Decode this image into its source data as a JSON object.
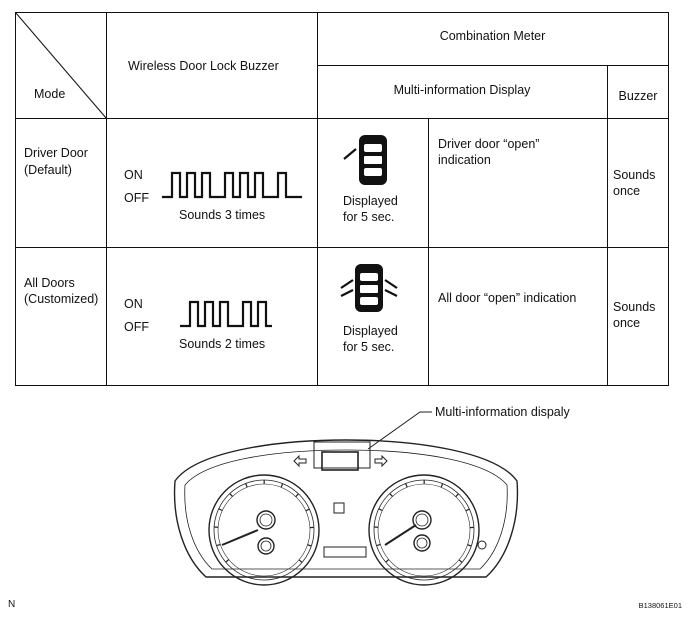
{
  "table": {
    "header": {
      "mode": "Mode",
      "wireless_buzzer": "Wireless Door Lock Buzzer",
      "combination_meter": "Combination Meter",
      "multi_info_display": "Multi-information Display",
      "buzzer": "Buzzer"
    },
    "rows": [
      {
        "mode_line1": "Driver Door",
        "mode_line2": "(Default)",
        "on_label": "ON",
        "off_label": "OFF",
        "sound_desc": "Sounds 3 times",
        "pulse_count": 3,
        "displayed_line1": "Displayed",
        "displayed_line2": "for 5 sec.",
        "indication_line1": "Driver door “open”",
        "indication_line2": "indication",
        "buzzer_line1": "Sounds",
        "buzzer_line2": "once"
      },
      {
        "mode_line1": "All Doors",
        "mode_line2": "(Customized)",
        "on_label": "ON",
        "off_label": "OFF",
        "sound_desc": "Sounds 2 times",
        "pulse_count": 2,
        "displayed_line1": "Displayed",
        "displayed_line2": "for 5 sec.",
        "indication_line1": "All door “open” indication",
        "indication_line2": "",
        "buzzer_line1": "Sounds",
        "buzzer_line2": "once"
      }
    ]
  },
  "figure": {
    "callout_label": "Multi-information dispaly"
  },
  "footer": {
    "left_mark": "N",
    "figure_code": "B138061E01"
  },
  "icons": {
    "car_driver_door": "car-driver-door-open-icon",
    "car_all_doors": "car-all-doors-open-icon",
    "left_arrow": "turn-left-arrow-icon",
    "right_arrow": "turn-right-arrow-icon"
  }
}
